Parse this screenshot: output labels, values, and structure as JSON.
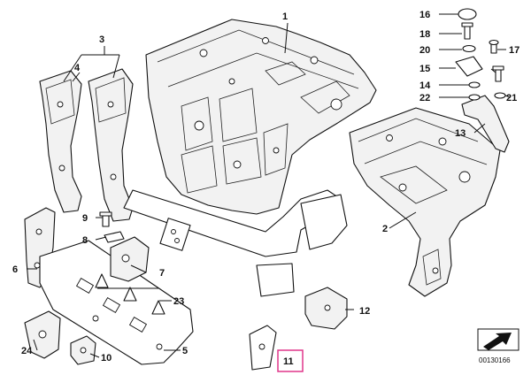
{
  "callouts": {
    "c1": "1",
    "c2": "2",
    "c3": "3",
    "c4": "4",
    "c5": "5",
    "c6": "6",
    "c7": "7",
    "c8": "8",
    "c9": "9",
    "c10": "10",
    "c11": "11",
    "c12": "12",
    "c13": "13",
    "c14": "14",
    "c15": "15",
    "c16": "16",
    "c17": "17",
    "c18": "18",
    "c20": "20",
    "c21": "21",
    "c22": "22",
    "c23": "23",
    "c24": "24"
  },
  "reference": "00130166",
  "colors": {
    "lines": "#111111",
    "part_fill": "#f2f2f2",
    "highlight_box": "#e0368a"
  },
  "icons": {
    "orientation": "direction-arrow-icon"
  }
}
